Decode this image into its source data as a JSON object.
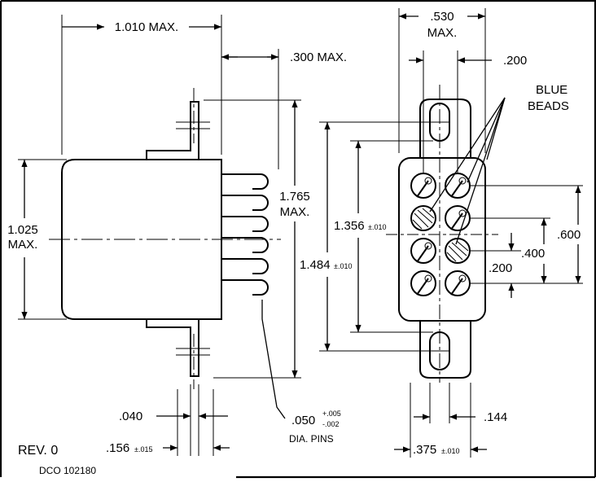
{
  "dimensions": {
    "width_max": "1.010 MAX.",
    "lead_max": ".300 MAX.",
    "height_value": "1.765",
    "height_max": "MAX.",
    "body_value": "1.025",
    "body_max": "MAX.",
    "depth_value": ".530",
    "depth_max": "MAX.",
    "top_spacing": ".200",
    "pin_span_value": "1.356",
    "pin_span_tol": "±.010",
    "mount_span_value": "1.484",
    "mount_span_tol": "±.010",
    "row_600": ".600",
    "row_400": ".400",
    "row_200": ".200",
    "flange_thk": ".040",
    "flange_width_value": ".156",
    "flange_width_tol": "±.015",
    "pin_dia_value": ".050",
    "pin_dia_tol_plus": "+.005",
    "pin_dia_tol_minus": "-.002",
    "pin_dia_label": "DIA. PINS",
    "col_144": ".144",
    "col_375_value": ".375",
    "col_375_tol": "±.010"
  },
  "notes": {
    "beads_line1": "BLUE",
    "beads_line2": "BEADS"
  },
  "title_block": {
    "revision": "REV. 0",
    "drawing_code": "DCO 102180"
  }
}
